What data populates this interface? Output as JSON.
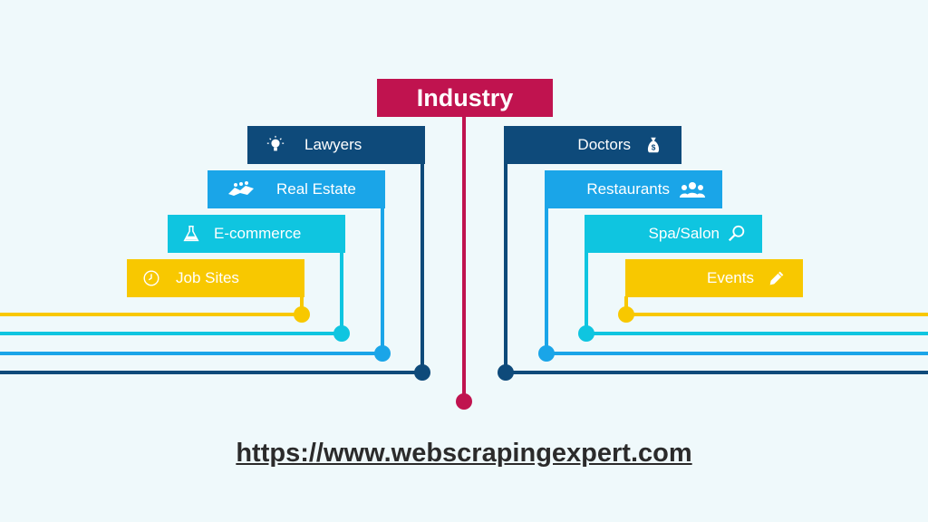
{
  "title": "Industry",
  "url": "https://www.webscrapingexpert.com",
  "colors": {
    "background": "#eff9fb",
    "title": "#c0134f",
    "dark_blue": "#0e4a7a",
    "blue": "#1aa5e8",
    "cyan": "#0fc5e0",
    "yellow": "#f8c800"
  },
  "left": [
    {
      "label": "Lawyers",
      "icon": "lightbulb-icon",
      "color": "#0e4a7a"
    },
    {
      "label": "Real Estate",
      "icon": "handshake-icon",
      "color": "#1aa5e8"
    },
    {
      "label": "E-commerce",
      "icon": "flask-icon",
      "color": "#0fc5e0"
    },
    {
      "label": "Job Sites",
      "icon": "clock-icon",
      "color": "#f8c800"
    }
  ],
  "right": [
    {
      "label": "Doctors",
      "icon": "money-bag-icon",
      "color": "#0e4a7a"
    },
    {
      "label": "Restaurants",
      "icon": "group-icon",
      "color": "#1aa5e8"
    },
    {
      "label": "Spa/Salon",
      "icon": "search-icon",
      "color": "#0fc5e0"
    },
    {
      "label": "Events",
      "icon": "pencil-icon",
      "color": "#f8c800"
    }
  ]
}
